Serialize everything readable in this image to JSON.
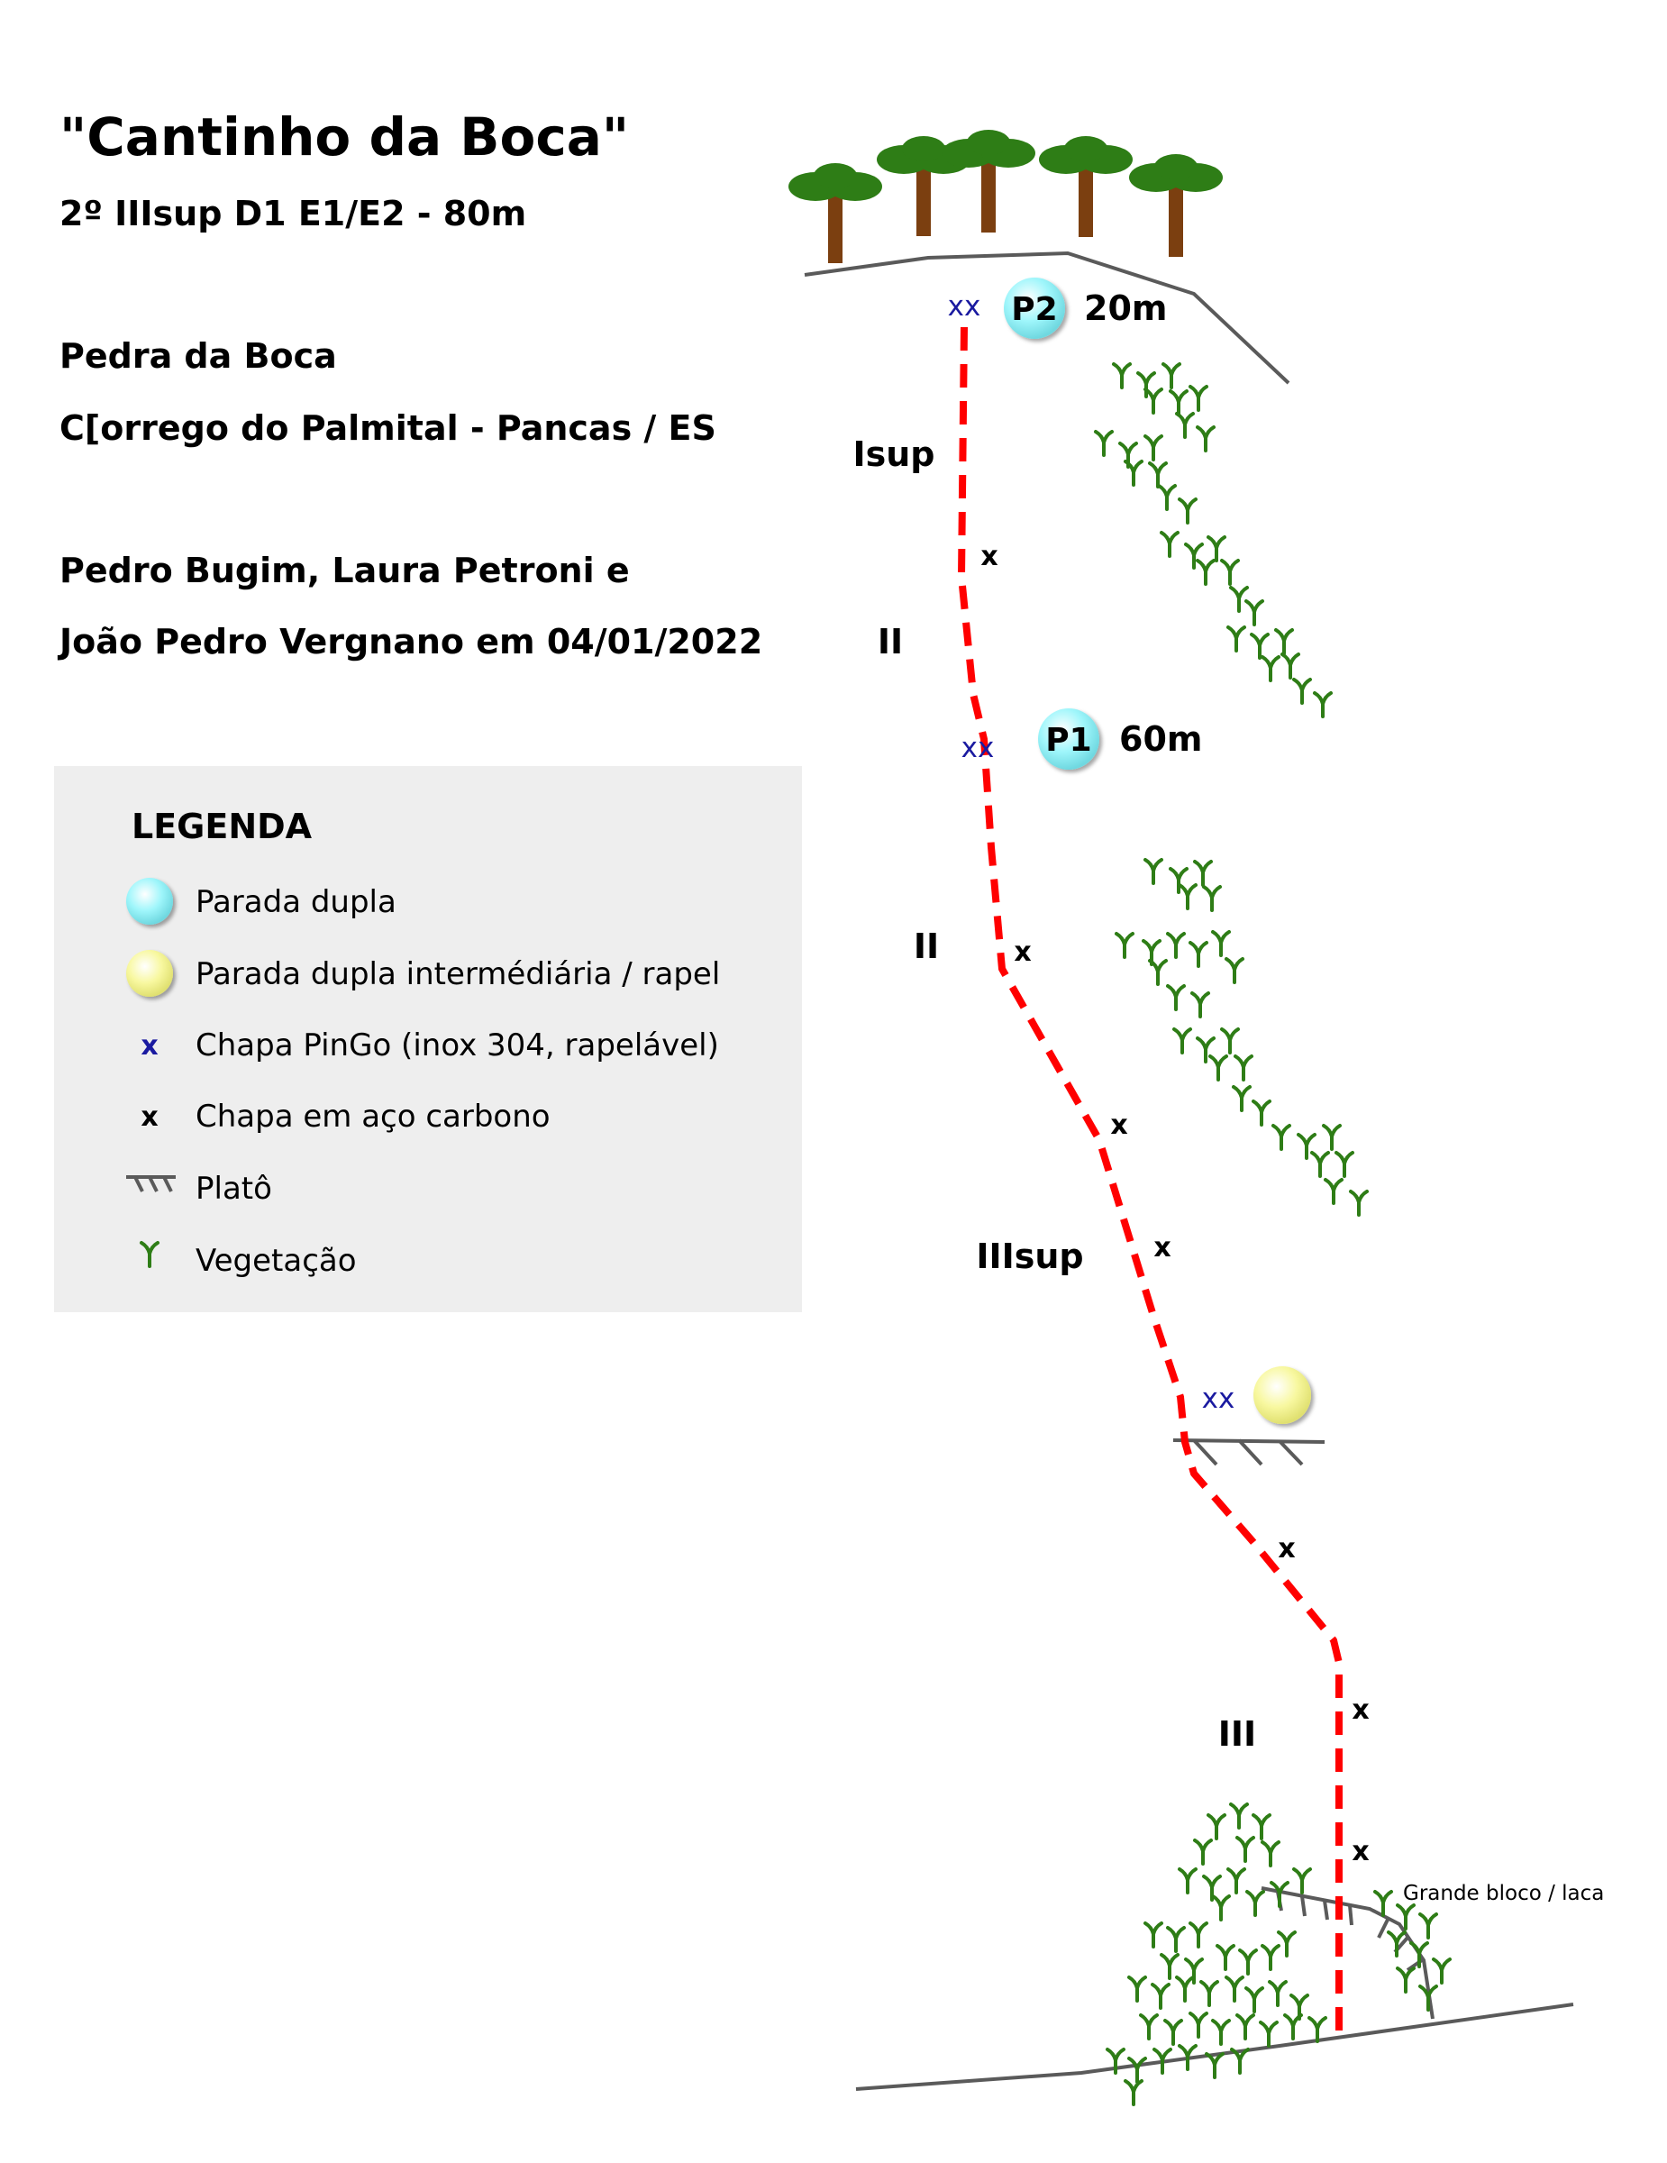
{
  "header": {
    "title": "\"Cantinho da Boca\"",
    "grade": "2º IIIsup D1 E1/E2 - 80m",
    "place": "Pedra da Boca",
    "location": "C[orrego do Palmital - Pancas / ES",
    "authors_line1": "Pedro Bugim, Laura Petroni e",
    "authors_line2": "João Pedro Vergnano em 04/01/2022"
  },
  "legend": {
    "title": "LEGENDA",
    "items": [
      {
        "label": "Parada dupla",
        "icon": "cyan-circle-icon"
      },
      {
        "label": "Parada dupla intermédiária / rapel",
        "icon": "yellow-circle-icon"
      },
      {
        "label": "Chapa PinGo (inox 304, rapelável)",
        "icon": "blue-x-icon",
        "glyph": "x"
      },
      {
        "label": "Chapa em aço carbono",
        "icon": "black-x-icon",
        "glyph": "x"
      },
      {
        "label": "Platô",
        "icon": "plateau-icon"
      },
      {
        "label": "Vegetação",
        "icon": "vegetation-icon"
      }
    ]
  },
  "route": {
    "belays": [
      {
        "label": "P2",
        "distance": "20m",
        "bolts": "xx"
      },
      {
        "label": "P1",
        "distance": "60m",
        "bolts": "xx"
      },
      {
        "label": "",
        "distance": "",
        "bolts": "xx"
      }
    ],
    "grades": [
      "Isup",
      "II",
      "II",
      "IIIsup",
      "III"
    ],
    "bolt_glyph": "x",
    "annotation": "Grande bloco / laca"
  },
  "colors": {
    "route_line": "#ff0000",
    "belay_main": "#9ff6fb",
    "belay_intermediate": "#f8f8a0",
    "pingo_bolt": "#1a1aa0",
    "carbon_bolt": "#000000",
    "vegetation": "#2e7d16",
    "rock_line": "#5a5a5a",
    "legend_bg": "#eeeeee",
    "tree_trunk": "#7b3f10",
    "tree_crown": "#2e7d16"
  }
}
